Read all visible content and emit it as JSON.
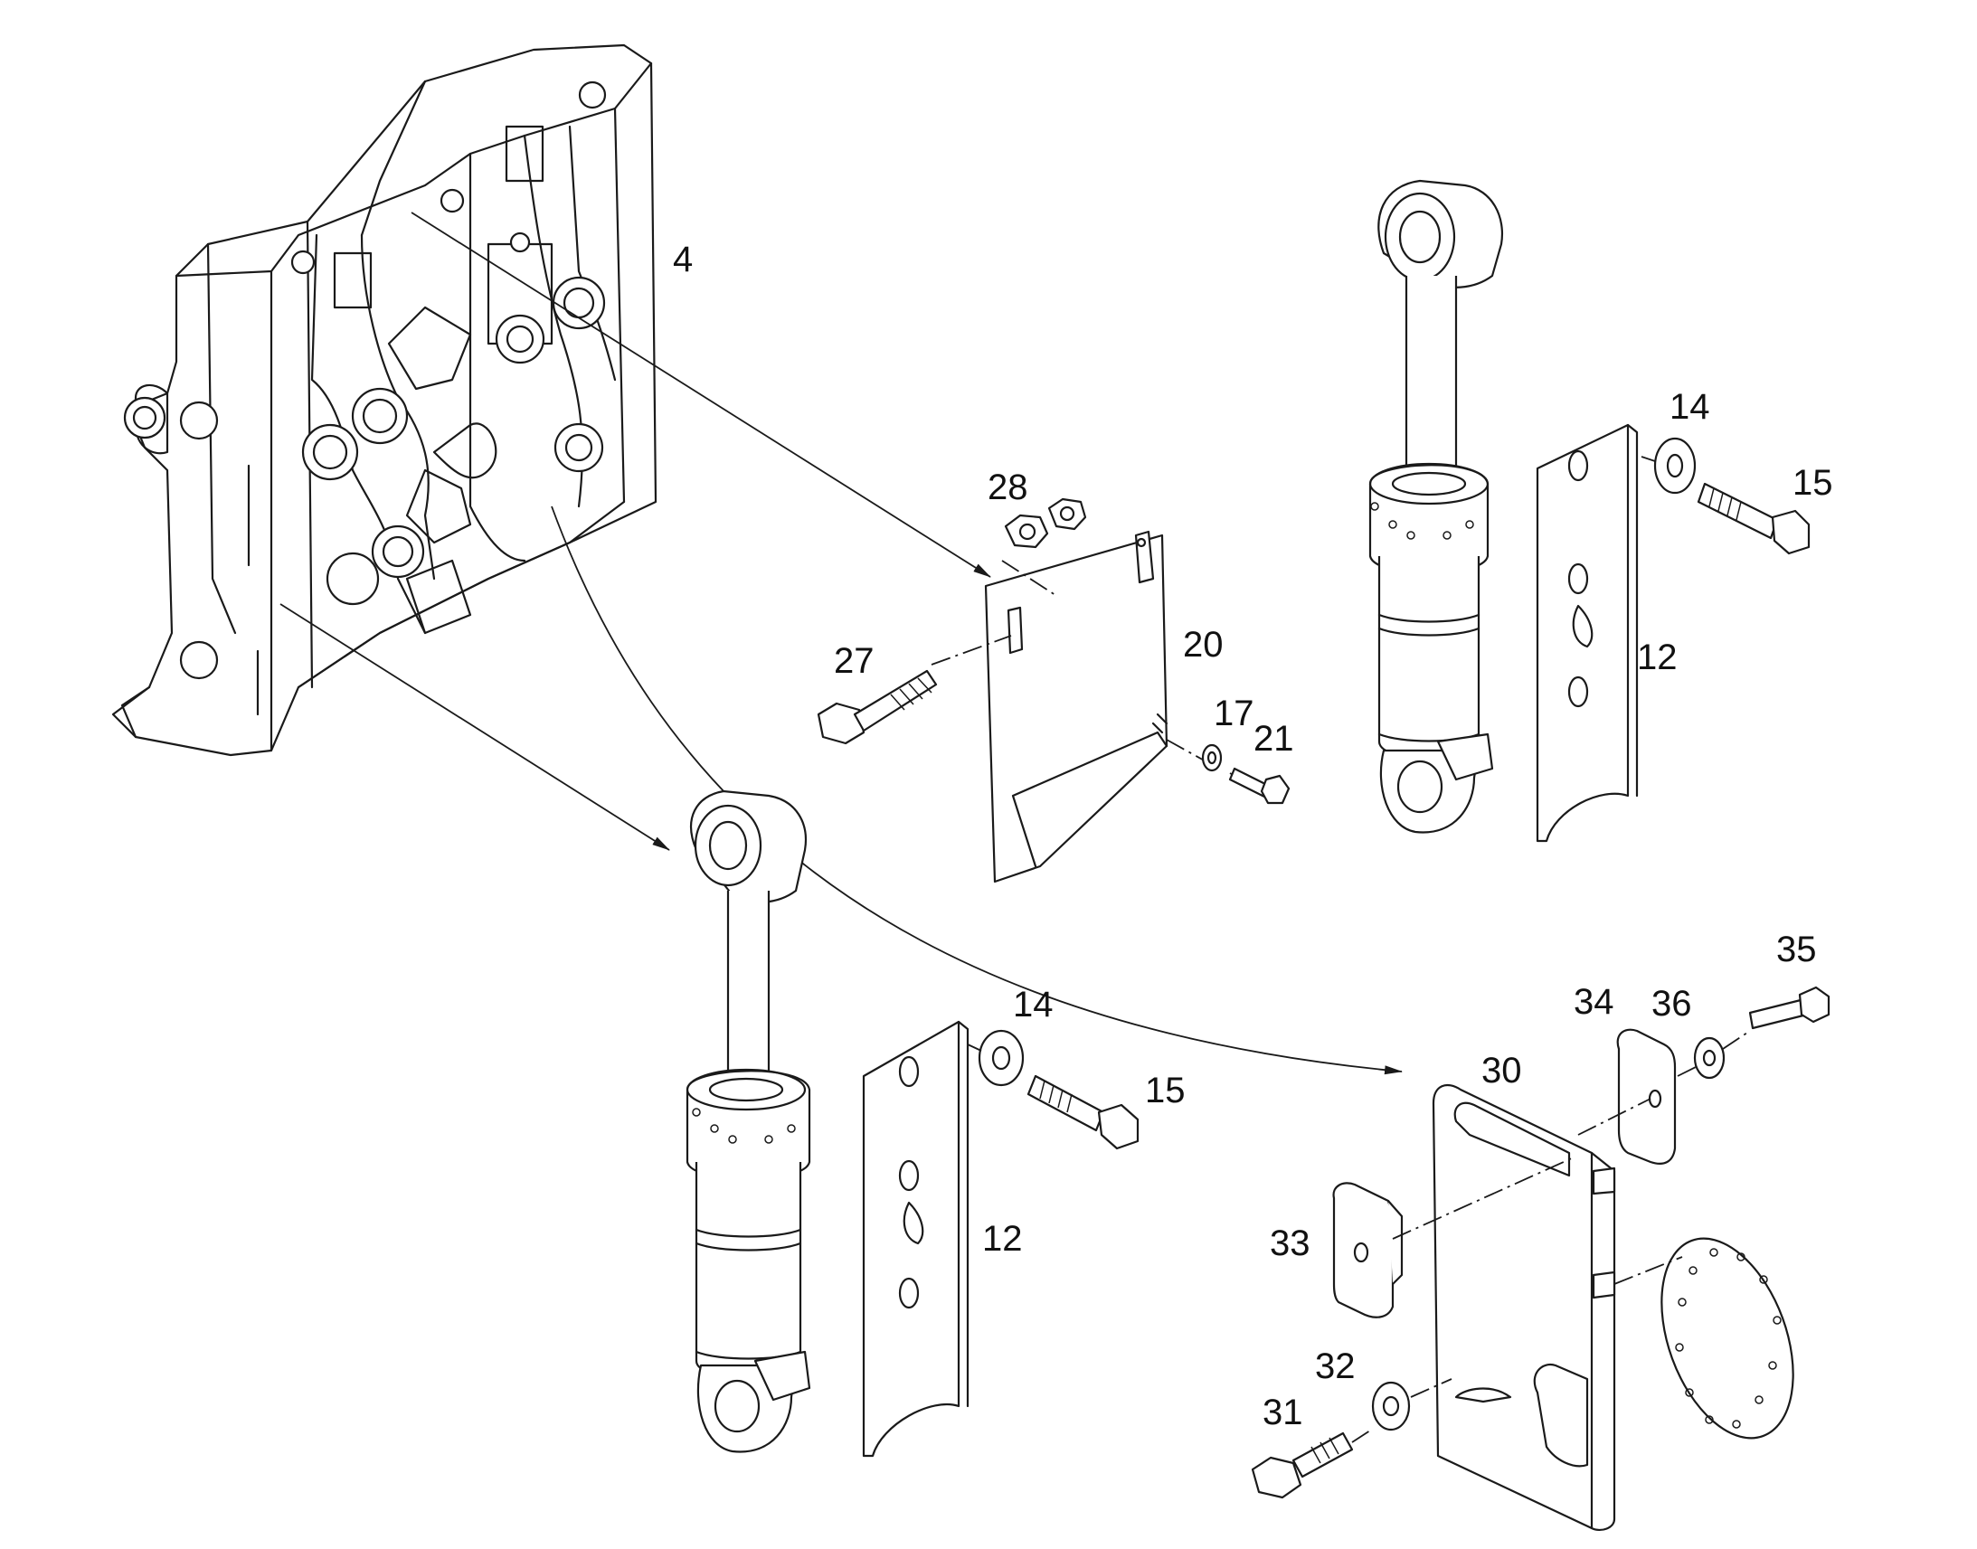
{
  "callouts": {
    "p4": "4",
    "p28": "28",
    "p20": "20",
    "p27": "27",
    "p17": "17",
    "p21": "21",
    "p14a": "14",
    "p15a": "15",
    "p12a": "12",
    "p14b": "14",
    "p15b": "15",
    "p12b": "12",
    "p35": "35",
    "p34": "34",
    "p36": "36",
    "p30": "30",
    "p33": "33",
    "p32": "32",
    "p31": "31"
  }
}
